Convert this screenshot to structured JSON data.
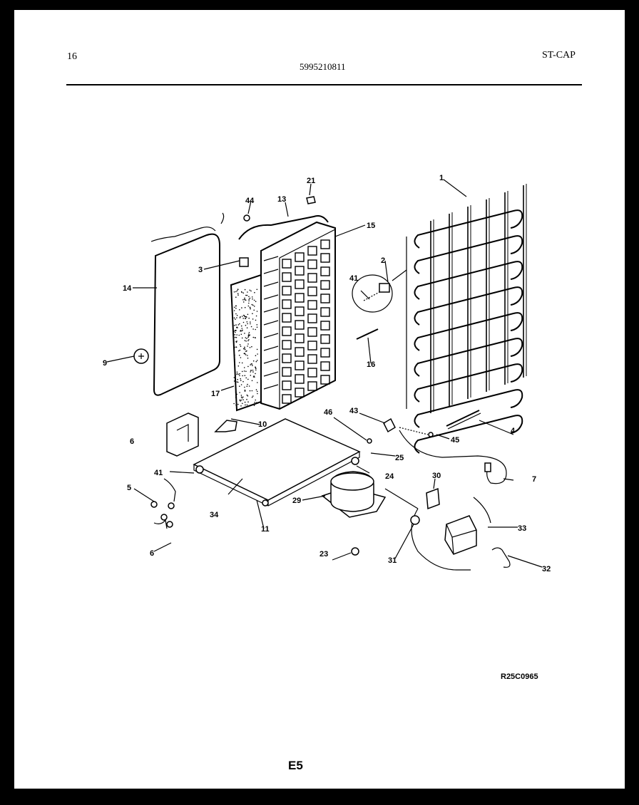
{
  "header": {
    "page_number": "16",
    "part_number": "5995210811",
    "model_code": "ST-CAP"
  },
  "diagram": {
    "drawing_code": "R25C0965",
    "page_label": "E5",
    "callouts": [
      {
        "id": "c1",
        "label": "1"
      },
      {
        "id": "c2",
        "label": "2"
      },
      {
        "id": "c3",
        "label": "3"
      },
      {
        "id": "c4",
        "label": "4"
      },
      {
        "id": "c5",
        "label": "5"
      },
      {
        "id": "c6a",
        "label": "6"
      },
      {
        "id": "c6b",
        "label": "6"
      },
      {
        "id": "c7",
        "label": "7"
      },
      {
        "id": "c9",
        "label": "9"
      },
      {
        "id": "c10",
        "label": "10"
      },
      {
        "id": "c11",
        "label": "11"
      },
      {
        "id": "c13",
        "label": "13"
      },
      {
        "id": "c14",
        "label": "14"
      },
      {
        "id": "c15",
        "label": "15"
      },
      {
        "id": "c16",
        "label": "16"
      },
      {
        "id": "c17",
        "label": "17"
      },
      {
        "id": "c21",
        "label": "21"
      },
      {
        "id": "c23",
        "label": "23"
      },
      {
        "id": "c24",
        "label": "24"
      },
      {
        "id": "c25",
        "label": "25"
      },
      {
        "id": "c29",
        "label": "29"
      },
      {
        "id": "c30",
        "label": "30"
      },
      {
        "id": "c31",
        "label": "31"
      },
      {
        "id": "c32",
        "label": "32"
      },
      {
        "id": "c33",
        "label": "33"
      },
      {
        "id": "c34",
        "label": "34"
      },
      {
        "id": "c41a",
        "label": "41"
      },
      {
        "id": "c41b",
        "label": "41"
      },
      {
        "id": "c43",
        "label": "43"
      },
      {
        "id": "c44",
        "label": "44"
      },
      {
        "id": "c45",
        "label": "45"
      },
      {
        "id": "c46",
        "label": "46"
      }
    ]
  }
}
